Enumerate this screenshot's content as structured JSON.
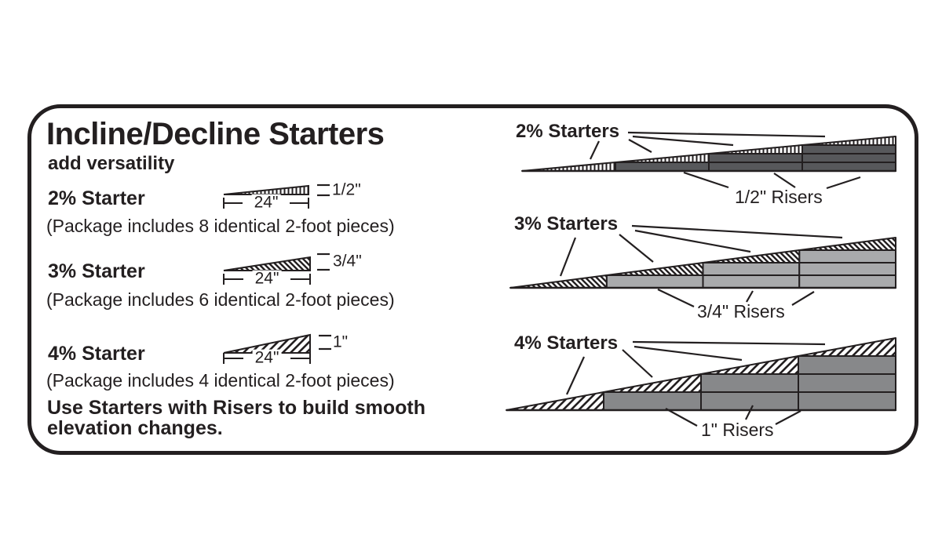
{
  "colors": {
    "ink": "#231f20",
    "background": "#ffffff",
    "riser_2pct": "#57585b",
    "riser_3pct": "#a9aaac",
    "riser_4pct": "#87888a"
  },
  "header": {
    "title": "Incline/Decline Starters",
    "subtitle": "add versatility"
  },
  "products": [
    {
      "name": "2% Starter",
      "package_note": "(Package includes 8 identical 2-foot pieces)",
      "length": "24\"",
      "rise_height": "1/2\"",
      "grade_percent": 2,
      "pieces": 8,
      "piece_length_feet": 2,
      "hatch": "vertical"
    },
    {
      "name": "3% Starter",
      "package_note": "(Package includes 6 identical 2-foot pieces)",
      "length": "24\"",
      "rise_height": "3/4\"",
      "grade_percent": 3,
      "pieces": 6,
      "piece_length_feet": 2,
      "hatch": "diagonal-back"
    },
    {
      "name": "4% Starter",
      "package_note": "(Package includes 4 identical 2-foot pieces)",
      "length": "24\"",
      "rise_height": "1\"",
      "grade_percent": 4,
      "pieces": 4,
      "piece_length_feet": 2,
      "hatch": "diagonal-forward"
    }
  ],
  "note": {
    "line1": "Use Starters with Risers to build smooth",
    "line2": "elevation changes."
  },
  "assemblies": [
    {
      "label": "2% Starters",
      "riser_label": "1/2\" Risers",
      "riser_color": "#57585b",
      "hatch": "vertical",
      "starter_count": 4,
      "riser_counts": [
        0,
        1,
        2,
        3
      ]
    },
    {
      "label": "3% Starters",
      "riser_label": "3/4\" Risers",
      "riser_color": "#a9aaac",
      "hatch": "diagonal-back",
      "starter_count": 4,
      "riser_counts": [
        0,
        1,
        2,
        3
      ]
    },
    {
      "label": "4% Starters",
      "riser_label": "1\" Risers",
      "riser_color": "#87888a",
      "hatch": "diagonal-forward",
      "starter_count": 4,
      "riser_counts": [
        0,
        1,
        2,
        3
      ]
    }
  ]
}
